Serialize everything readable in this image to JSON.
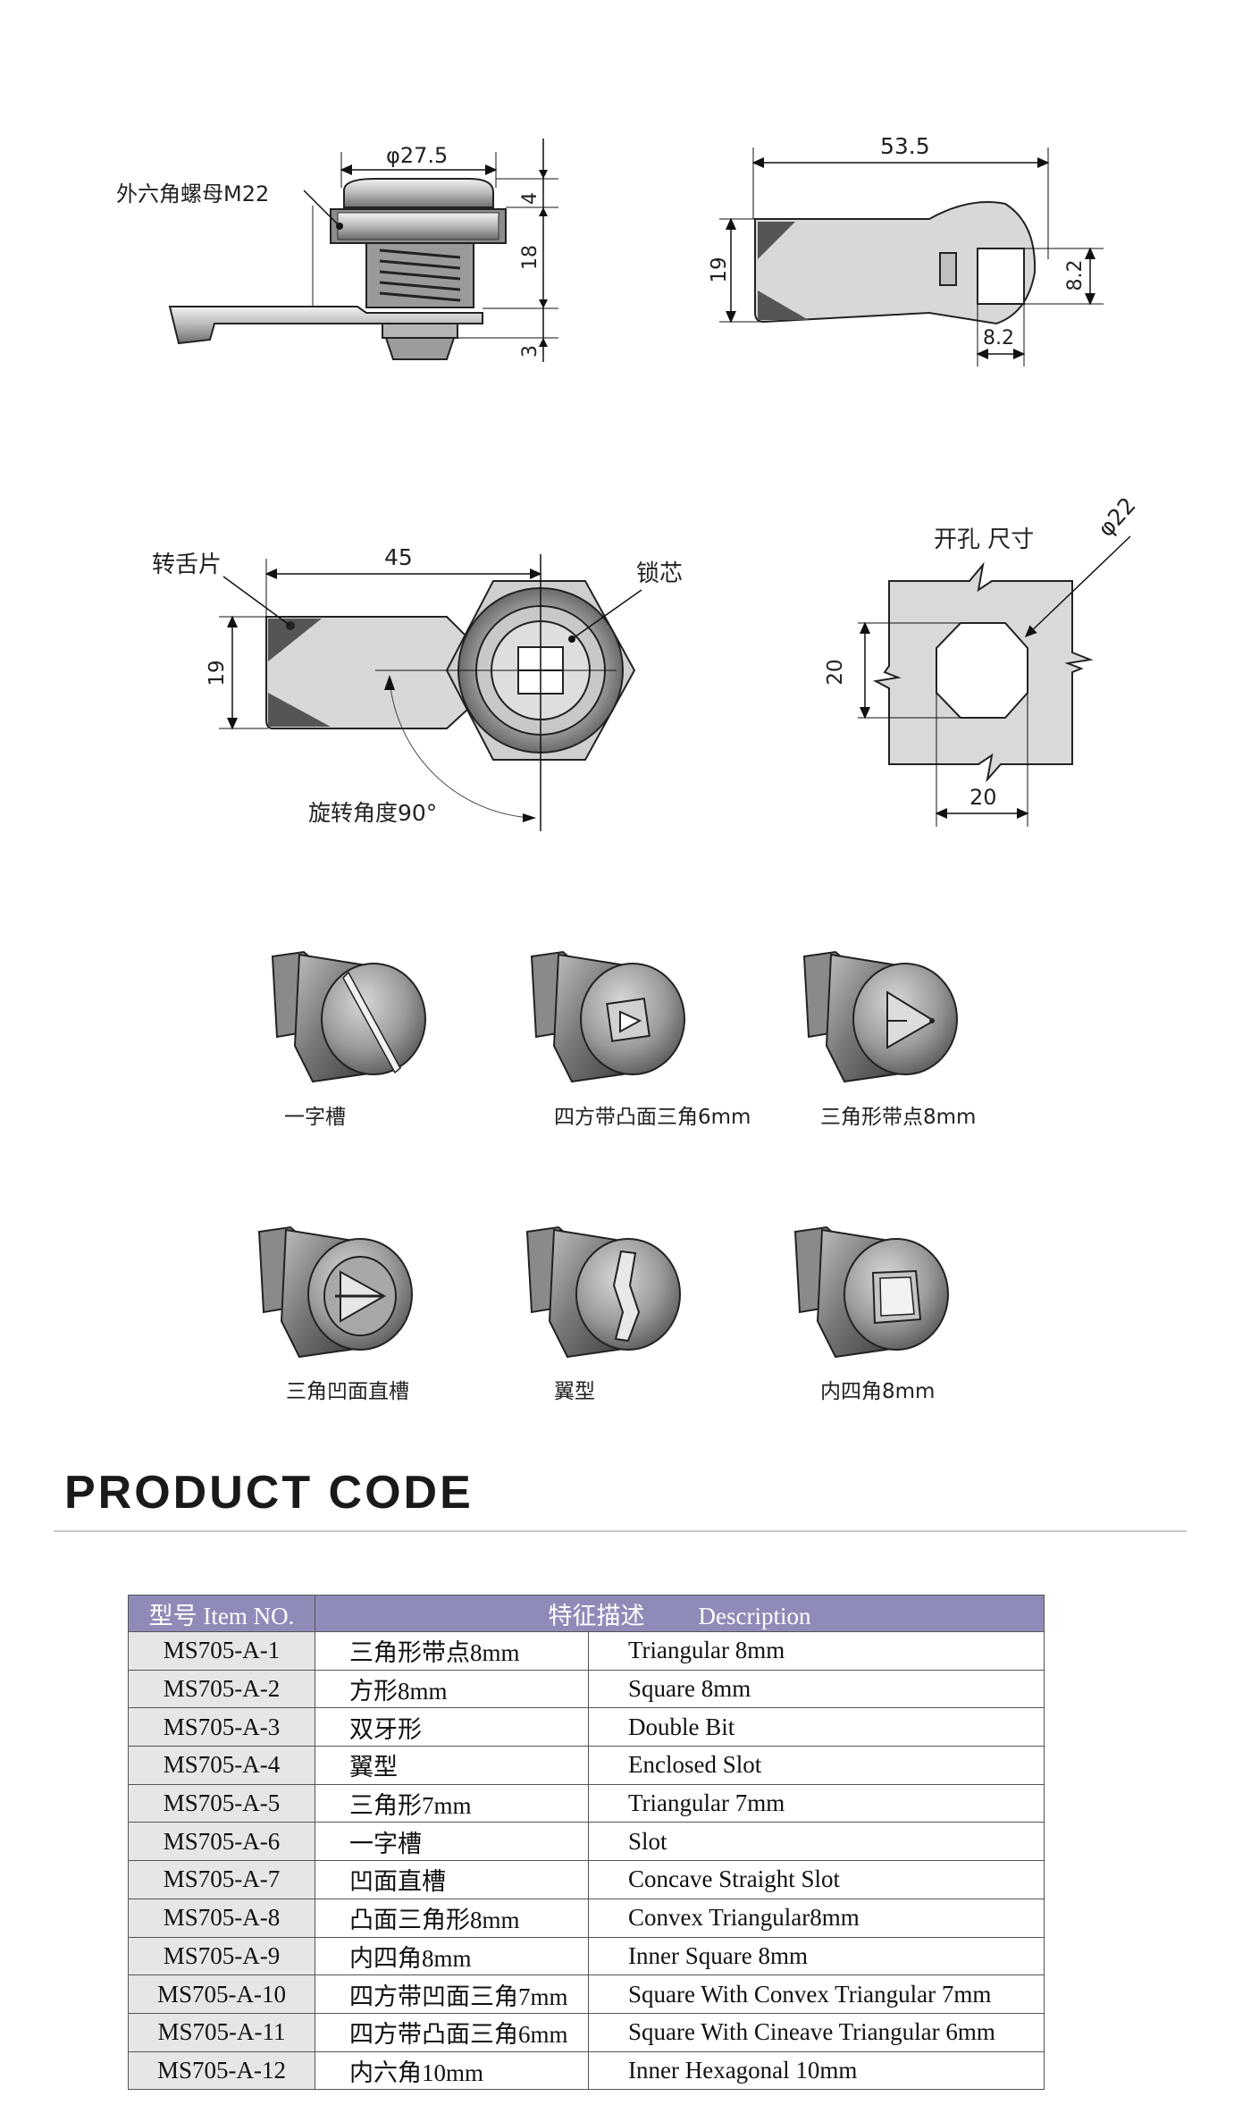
{
  "drawing1": {
    "nut_label": "外六角螺母M22",
    "dims": {
      "diameter": "φ27.5",
      "d4": "4",
      "d18": "18",
      "d3": "3"
    }
  },
  "drawing2": {
    "dims": {
      "length": "53.5",
      "height": "19",
      "slot_v": "8.2",
      "slot_h": "8.2"
    }
  },
  "drawing3": {
    "tongue_label": "转舌片",
    "core_label": "锁芯",
    "rotation_label": "旋转角度90°",
    "dims": {
      "length": "45",
      "height": "19"
    }
  },
  "drawing4": {
    "title": "开孔 尺寸",
    "dims": {
      "diameter": "φ22",
      "v20": "20",
      "h20": "20"
    }
  },
  "variants": [
    {
      "label": "一字槽",
      "icon": "slot-cylinder-icon"
    },
    {
      "label": "四方带凸面三角6mm",
      "icon": "square-convex-triangle-cylinder-icon"
    },
    {
      "label": "三角形带点8mm",
      "icon": "triangle-dot-cylinder-icon"
    },
    {
      "label": "三角凹面直槽",
      "icon": "triangle-concave-slot-cylinder-icon"
    },
    {
      "label": "翼型",
      "icon": "wing-cylinder-icon"
    },
    {
      "label": "内四角8mm",
      "icon": "inner-square-cylinder-icon"
    }
  ],
  "section_title": "PRODUCT CODE",
  "table": {
    "header_item": "型号 Item NO.",
    "header_desc_cn": "特征描述",
    "header_desc_en": "Description",
    "header_color": "#8f8bb8",
    "rows": [
      {
        "item": "MS705-A-1",
        "cn": "三角形带点8mm",
        "en": "Triangular 8mm"
      },
      {
        "item": "MS705-A-2",
        "cn": "方形8mm",
        "en": "Square 8mm"
      },
      {
        "item": "MS705-A-3",
        "cn": "双牙形",
        "en": "Double Bit"
      },
      {
        "item": "MS705-A-4",
        "cn": "翼型",
        "en": "Enclosed Slot"
      },
      {
        "item": "MS705-A-5",
        "cn": "三角形7mm",
        "en": "Triangular 7mm"
      },
      {
        "item": "MS705-A-6",
        "cn": "一字槽",
        "en": "Slot"
      },
      {
        "item": "MS705-A-7",
        "cn": "凹面直槽",
        "en": "Concave Straight Slot"
      },
      {
        "item": "MS705-A-8",
        "cn": "凸面三角形8mm",
        "en": "Convex Triangular8mm"
      },
      {
        "item": "MS705-A-9",
        "cn": "内四角8mm",
        "en": "Inner Square 8mm"
      },
      {
        "item": "MS705-A-10",
        "cn": "四方带凹面三角7mm",
        "en": "Square With Convex Triangular 7mm"
      },
      {
        "item": "MS705-A-11",
        "cn": "四方带凸面三角6mm",
        "en": "Square With Cineave Triangular 6mm"
      },
      {
        "item": "MS705-A-12",
        "cn": "内六角10mm",
        "en": "Inner Hexagonal 10mm"
      }
    ]
  }
}
